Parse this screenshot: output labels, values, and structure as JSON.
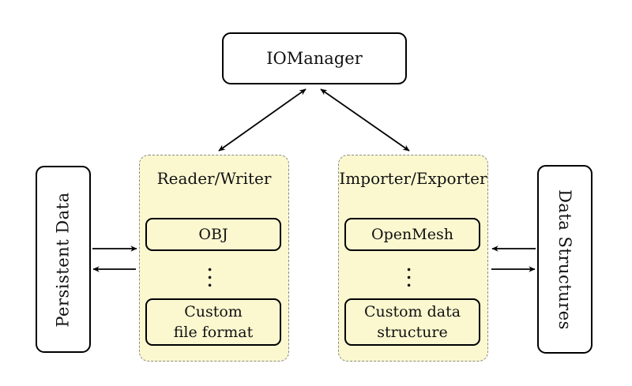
{
  "colors": {
    "group_fill": "#FBF8D0",
    "box_fill": "#FFFFFF",
    "stroke": "#000000",
    "group_border": "#8A8A8A"
  },
  "nodes": {
    "iomanager": "IOManager",
    "persistent_data": "Persistent Data",
    "data_structures": "Data Structures"
  },
  "groups": {
    "reader_writer": {
      "label": "Reader/Writer",
      "ellipsis": "...",
      "items": [
        {
          "lines": [
            "OBJ"
          ]
        },
        {
          "lines": [
            "Custom",
            "file format"
          ]
        }
      ]
    },
    "importer_exporter": {
      "label": "Importer/Exporter",
      "ellipsis": "...",
      "items": [
        {
          "lines": [
            "OpenMesh"
          ]
        },
        {
          "lines": [
            "Custom data",
            "structure"
          ]
        }
      ]
    }
  },
  "arrows": [
    {
      "name": "iomanager-readerwriter",
      "type": "double"
    },
    {
      "name": "iomanager-importerexporter",
      "type": "double"
    },
    {
      "name": "persistentdata-to-readerwriter",
      "type": "single-right"
    },
    {
      "name": "readerwriter-to-persistentdata",
      "type": "single-left"
    },
    {
      "name": "datastructures-to-importerexporter",
      "type": "single-left"
    },
    {
      "name": "importerexporter-to-datastructures",
      "type": "single-right"
    }
  ]
}
